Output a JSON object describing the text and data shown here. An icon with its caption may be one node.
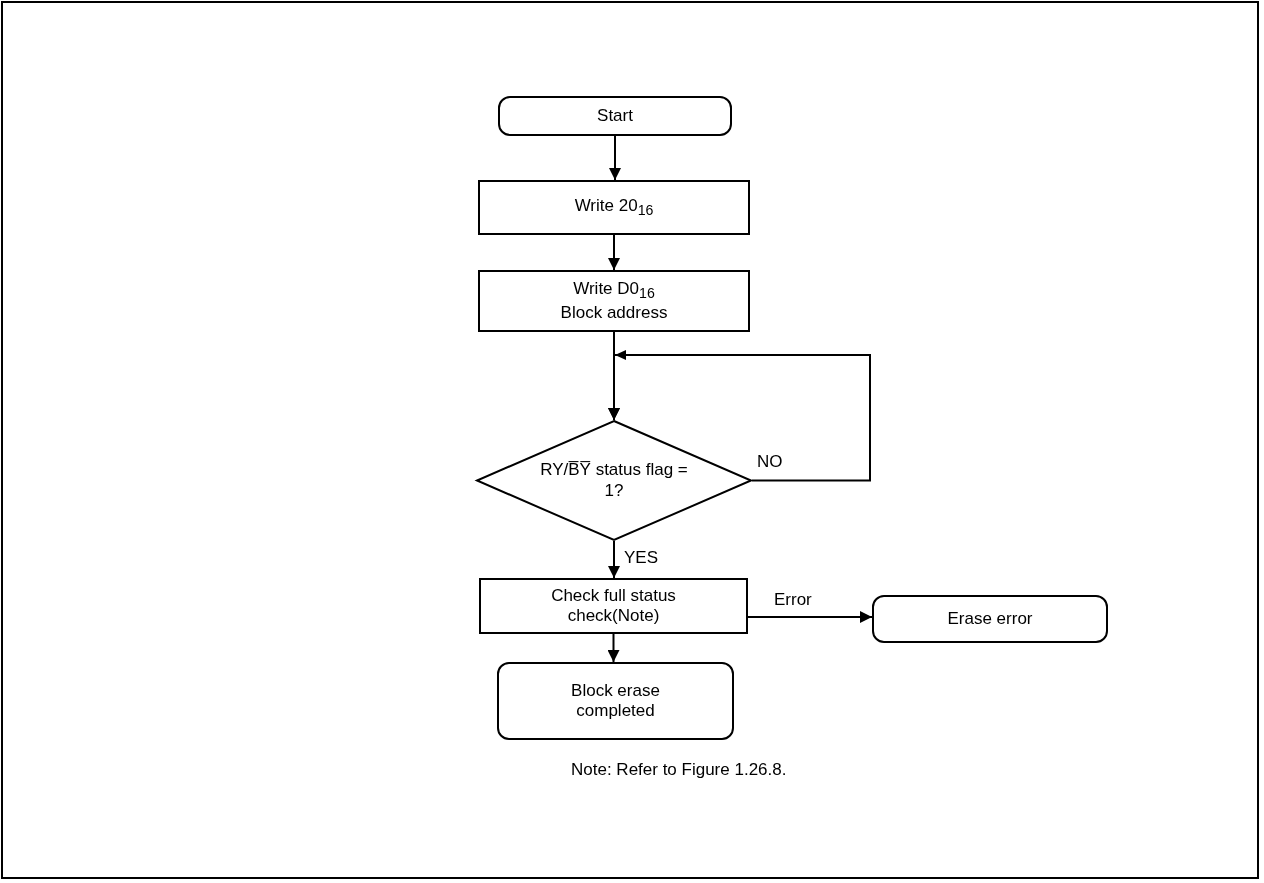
{
  "diagram": {
    "caption": "Note: Refer to Figure 1.26.8.",
    "nodes": [
      {
        "text": [
          "Start"
        ]
      },
      {
        "text": [
          "Write 20$_{16}$"
        ]
      },
      {
        "text": [
          "Write D0$_{16}$ Block address"
        ]
      },
      {
        "text": [
          "RY/B̅Y̅ status flag = 1?"
        ]
      },
      {
        "text": [
          "Check full status check(Note)"
        ]
      },
      {
        "text": [
          "Erase error"
        ]
      },
      {
        "text": [
          "Block erase completed"
        ]
      }
    ],
    "edges": [
      {
        "from": 0,
        "to": 1,
        "arrow": "to"
      },
      {
        "from": 1,
        "to": 2,
        "arrow": "to"
      },
      {
        "from": 2,
        "to": 3,
        "arrow": "to"
      },
      {
        "from": 3,
        "to": 4,
        "arrow": "to",
        "label": "YES"
      },
      {
        "from": 3,
        "to": 3,
        "arrow": "to",
        "label": "NO"
      },
      {
        "from": 4,
        "to": 5,
        "arrow": "to",
        "label": "Error"
      },
      {
        "from": 4,
        "to": 6,
        "arrow": "to"
      }
    ]
  }
}
